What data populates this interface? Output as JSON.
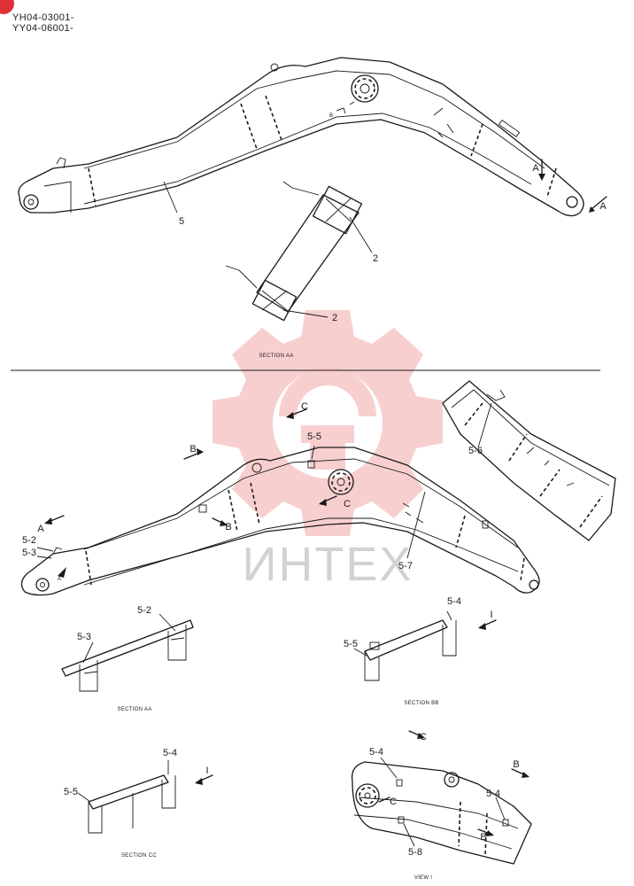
{
  "header": {
    "serial_1": "YH04-03001-",
    "serial_2": "YY04-06001-"
  },
  "watermark": {
    "text": "ИНТЕХ",
    "gear_color": "#f3a7a7"
  },
  "top_view": {
    "callout_boom": "5",
    "callout_plate_upper": "2",
    "callout_plate_lower": "2",
    "section_arrow_a1": "A",
    "section_arrow_a2": "A",
    "section_caption": "SECTION AA",
    "small_mark_b": "B"
  },
  "bottom_view": {
    "arrow_a": "A",
    "arrow_a_small": "A",
    "arrow_b_top": "B",
    "arrow_b_mid": "B",
    "arrow_c_top": "C",
    "arrow_c_mid": "C",
    "callout_5_2": "5-2",
    "callout_5_3": "5-3",
    "callout_5_5": "5-5",
    "callout_5_6": "5-6",
    "callout_5_7": "5-7"
  },
  "section_aa": {
    "callout_5_2": "5-2",
    "callout_5_3": "5-3",
    "caption": "SECTION AA"
  },
  "section_bb": {
    "callout_5_4": "5-4",
    "callout_5_5": "5-5",
    "arrow_i": "I",
    "caption": "SECTION BB"
  },
  "section_cc": {
    "callout_5_4": "5-4",
    "callout_5_5": "5-5",
    "arrow_i": "I",
    "caption": "SECTION CC"
  },
  "view_i": {
    "arrow_c_top": "C",
    "arrow_c_mid": "C",
    "arrow_b_right": "B",
    "arrow_b_low": "B",
    "callout_5_4_left": "5-4",
    "callout_5_4_right": "5-4",
    "callout_5_8": "5-8",
    "caption": "VIEW I"
  }
}
